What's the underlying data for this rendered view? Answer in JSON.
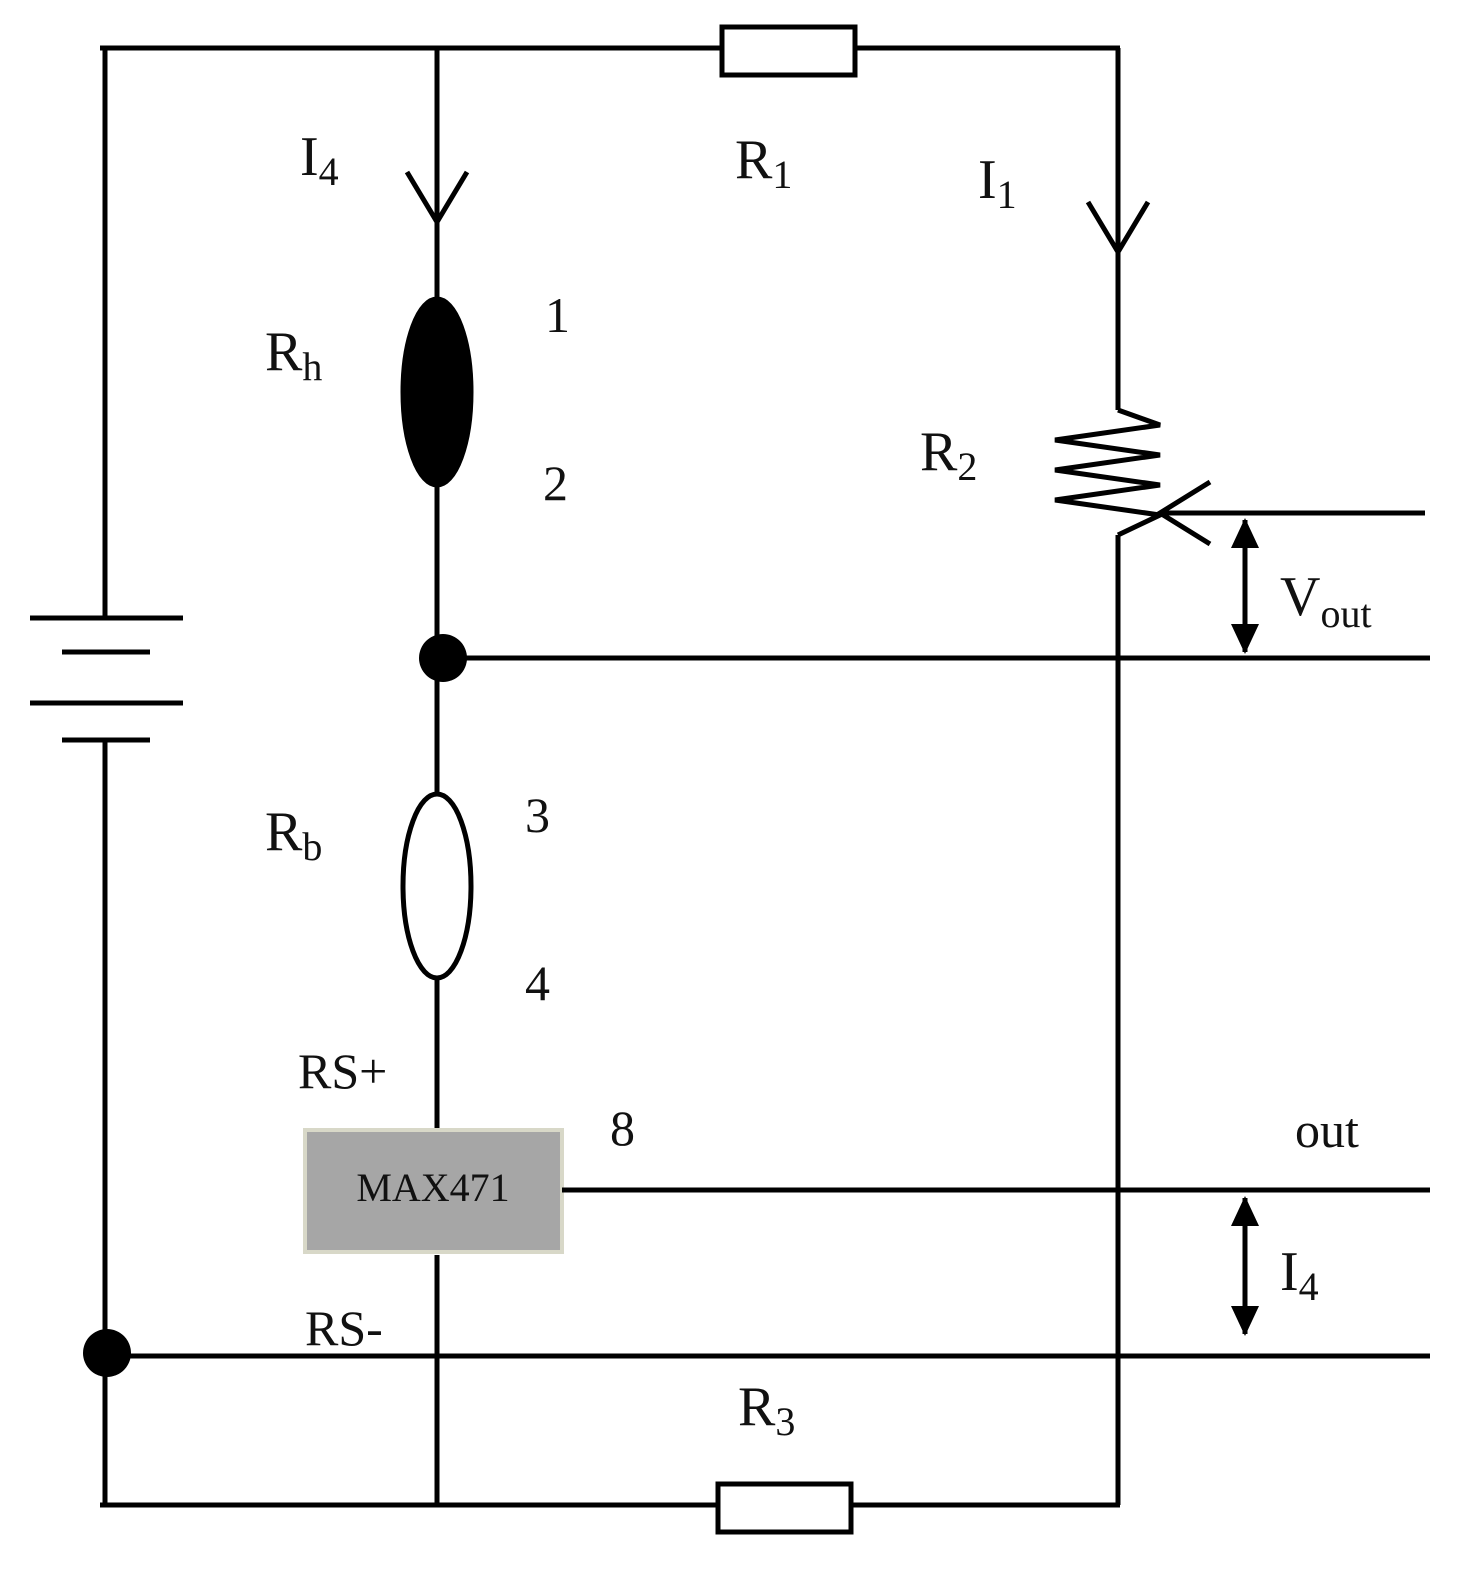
{
  "labels": {
    "i4_top": {
      "main": "I",
      "sub": "4"
    },
    "r1": {
      "main": "R",
      "sub": "1"
    },
    "i1": {
      "main": "I",
      "sub": "1"
    },
    "rh": {
      "main": "R",
      "sub": "h"
    },
    "r2": {
      "main": "R",
      "sub": "2"
    },
    "rb": {
      "main": "R",
      "sub": "b"
    },
    "vout": {
      "main": "V",
      "sub": "out"
    },
    "r3": {
      "main": "R",
      "sub": "3"
    },
    "i4_bottom": {
      "main": "I",
      "sub": "4"
    }
  },
  "pins": {
    "p1": "1",
    "p2": "2",
    "p3": "3",
    "p4": "4",
    "p8": "8"
  },
  "terminals": {
    "rs_plus": "RS+",
    "rs_minus": "RS-",
    "out": "out"
  },
  "chip": {
    "label": "MAX471",
    "fill": "#a6a6a6"
  },
  "colors": {
    "wire": "#000000",
    "background": "#ffffff"
  }
}
